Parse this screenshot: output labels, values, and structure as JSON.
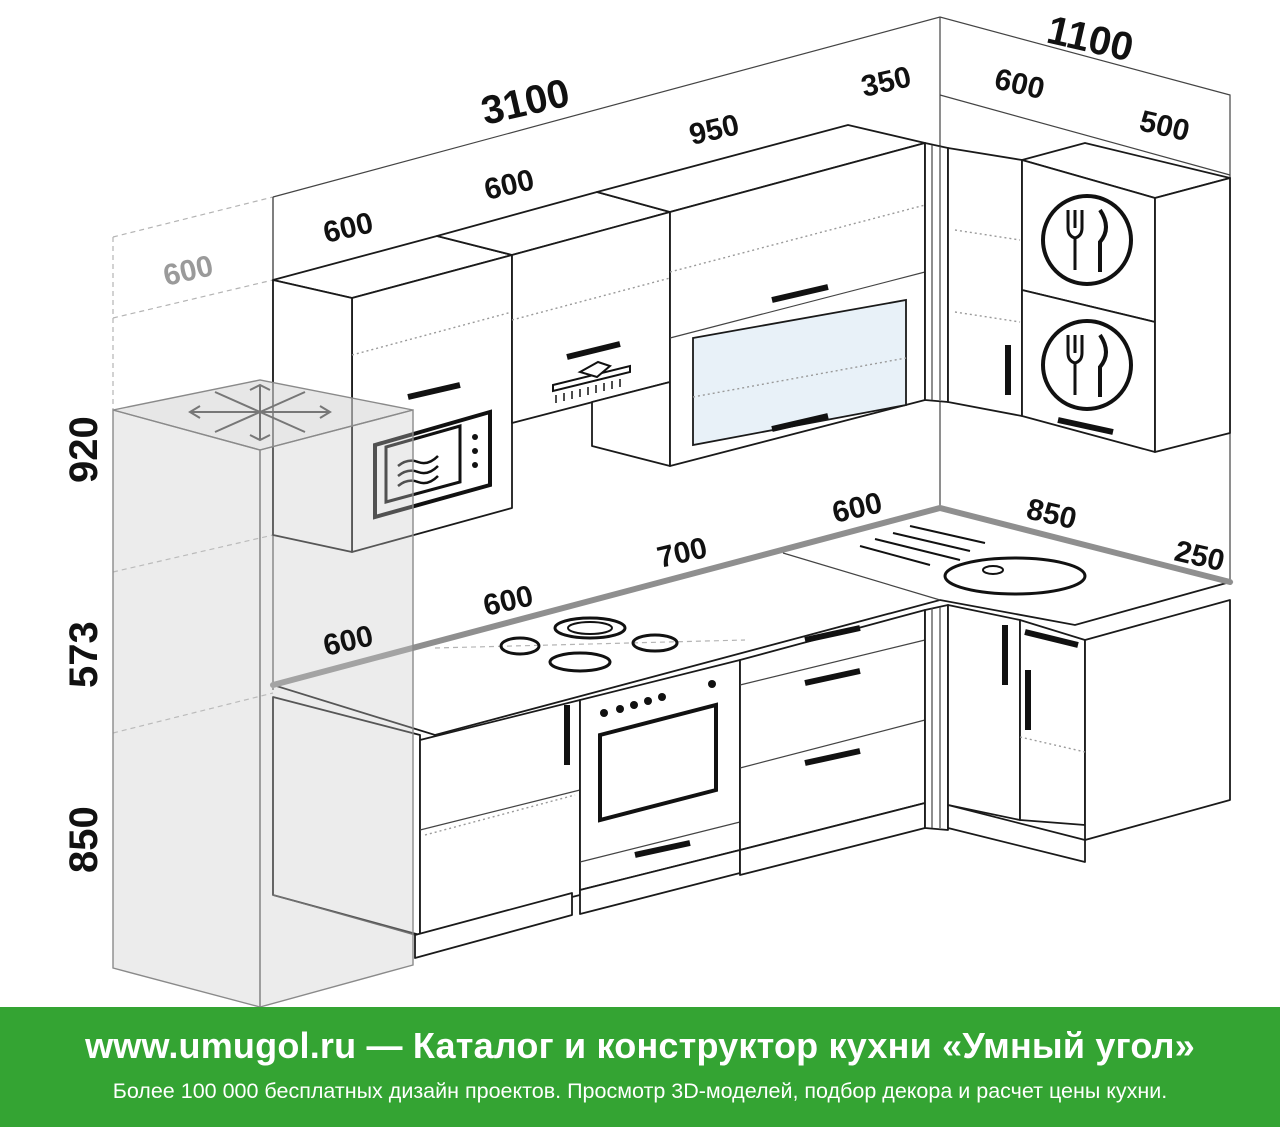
{
  "dimensions": {
    "top_total": "3100",
    "top_corner_total": "1100",
    "upper_600_a": "600",
    "upper_600_b": "600",
    "upper_950": "950",
    "upper_350": "350",
    "upper_corner_600": "600",
    "upper_corner_500": "500",
    "fridge_depth": "600",
    "height_920": "920",
    "height_573": "573",
    "height_850": "850",
    "counter_600_a": "600",
    "counter_600_b": "600",
    "counter_700": "700",
    "counter_600_c": "600",
    "counter_850": "850",
    "counter_250": "250"
  },
  "footer": {
    "title": "www.umugol.ru — Каталог и конструктор кухни «Умный угол»",
    "subtitle": "Более 100 000 бесплатных дизайн проектов. Просмотр 3D-моделей, подбор декора и расчет цены кухни."
  },
  "colors": {
    "footer_bg": "#34a433",
    "line": "#1a1a1a",
    "ghost": "#8a8a8a"
  }
}
